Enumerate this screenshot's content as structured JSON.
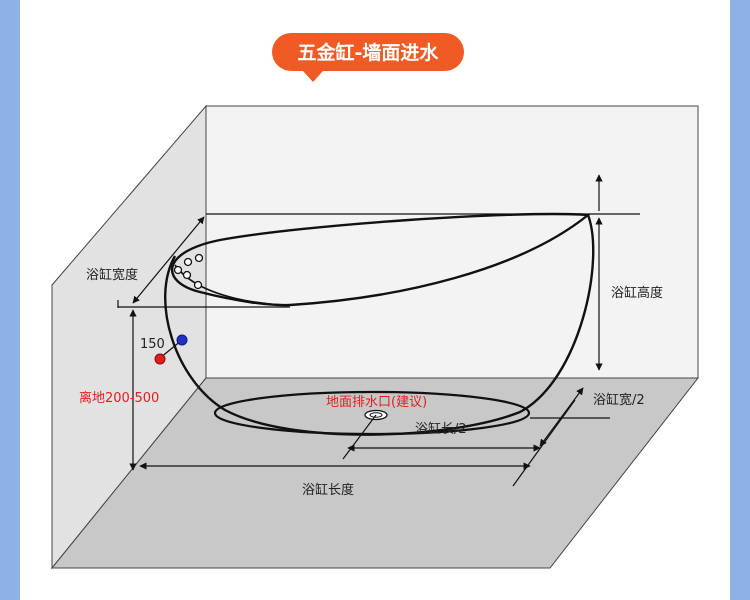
{
  "title": "五金缸-墙面进水",
  "labels": {
    "tub_width": "浴缸宽度",
    "tub_height": "浴缸高度",
    "tub_length": "浴缸长度",
    "half_width": "浴缸宽/2",
    "half_length": "浴缸长/2",
    "inlet_offset": "150",
    "floor_height": "离地200-500",
    "floor_drain": "地面排水口(建议)"
  },
  "colors": {
    "title_bg": "#f05a24",
    "highlight": "#e02020",
    "inlet_red": "#e02020",
    "inlet_blue": "#2030c8",
    "wall": "#f3f3f3",
    "floor": "#c8c8c8"
  }
}
